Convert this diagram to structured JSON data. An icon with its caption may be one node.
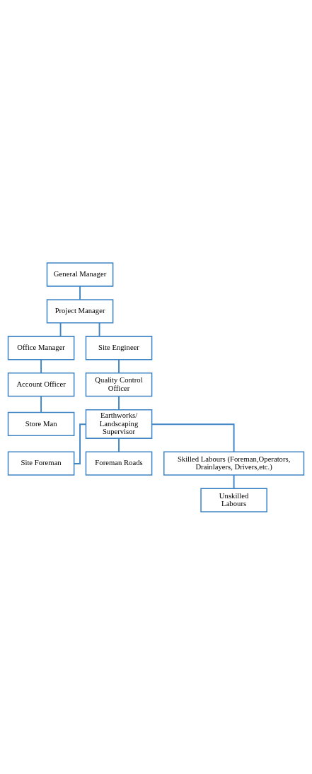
{
  "diagram": {
    "nodes": [
      {
        "text": [
          "General Manager"
        ]
      },
      {
        "text": [
          "Project Manager"
        ]
      },
      {
        "text": [
          "Office Manager"
        ]
      },
      {
        "text": [
          "Account Officer"
        ]
      },
      {
        "text": [
          "Store Man"
        ]
      },
      {
        "text": [
          "Site Engineer"
        ]
      },
      {
        "text": [
          "Quality Control Officer"
        ]
      },
      {
        "text": [
          "Earthworks/ Landscaping Supervisor"
        ]
      },
      {
        "text": [
          "Site Foreman"
        ]
      },
      {
        "text": [
          "Foreman Roads"
        ]
      },
      {
        "text": [
          "Skilled Labours (Foreman,Operators, Drainlayers, Drivers,etc.)"
        ]
      },
      {
        "text": [
          "Unskilled Labours"
        ]
      }
    ],
    "edges": [
      {
        "from": 0,
        "to": 1,
        "arrow": "none"
      },
      {
        "from": 1,
        "to": 2,
        "arrow": "none"
      },
      {
        "from": 1,
        "to": 5,
        "arrow": "none"
      },
      {
        "from": 2,
        "to": 3,
        "arrow": "none"
      },
      {
        "from": 3,
        "to": 4,
        "arrow": "none"
      },
      {
        "from": 5,
        "to": 6,
        "arrow": "none"
      },
      {
        "from": 6,
        "to": 7,
        "arrow": "none"
      },
      {
        "from": 7,
        "to": 8,
        "arrow": "none"
      },
      {
        "from": 7,
        "to": 9,
        "arrow": "none"
      },
      {
        "from": 7,
        "to": 10,
        "arrow": "none"
      },
      {
        "from": 10,
        "to": 11,
        "arrow": "none"
      }
    ]
  }
}
